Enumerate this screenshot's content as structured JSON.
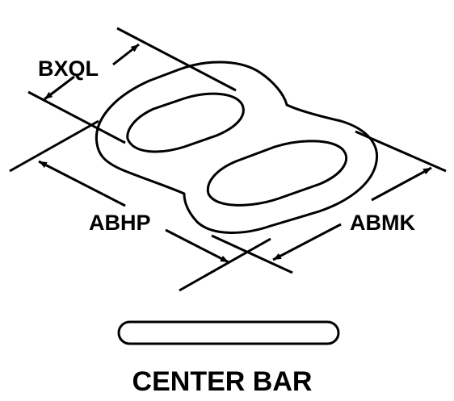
{
  "labels": {
    "bxql": "BXQL",
    "abhp": "ABHP",
    "abmk": "ABMK"
  },
  "caption": "CENTER BAR",
  "colors": {
    "line": "#000000",
    "background": "#ffffff"
  }
}
